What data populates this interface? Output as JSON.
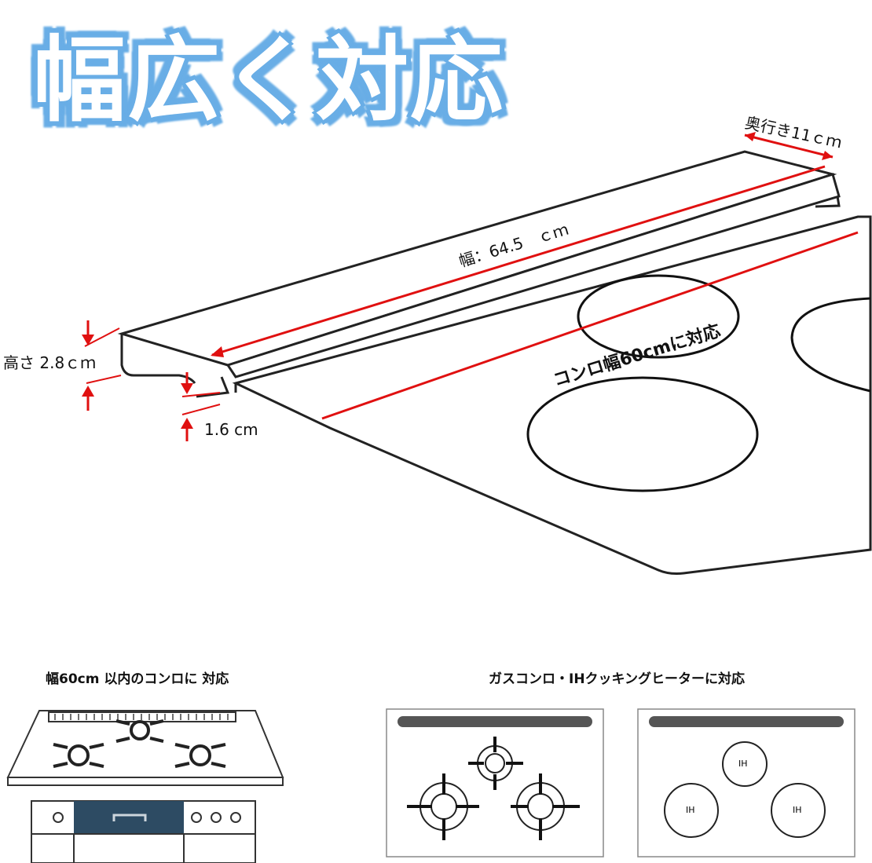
{
  "headline": "幅広く対応",
  "dimensions": {
    "depth": "奥行き11ｃｍ",
    "width": "幅：64.5　ｃｍ",
    "height": "高さ 2.8ｃｍ",
    "inner_height": "1.6 cm",
    "stove_width": "コンロ幅60cmに対応"
  },
  "captions": {
    "left": "幅60cm 以内のコンロに 対応",
    "right": "ガスコンロ・IHクッキングヒーターに対応"
  },
  "ih_label": "IH",
  "colors": {
    "headline_outline": "#6aaee6",
    "dimension_line": "#e01010",
    "outline": "#222222",
    "panel": "#2d4b63"
  }
}
